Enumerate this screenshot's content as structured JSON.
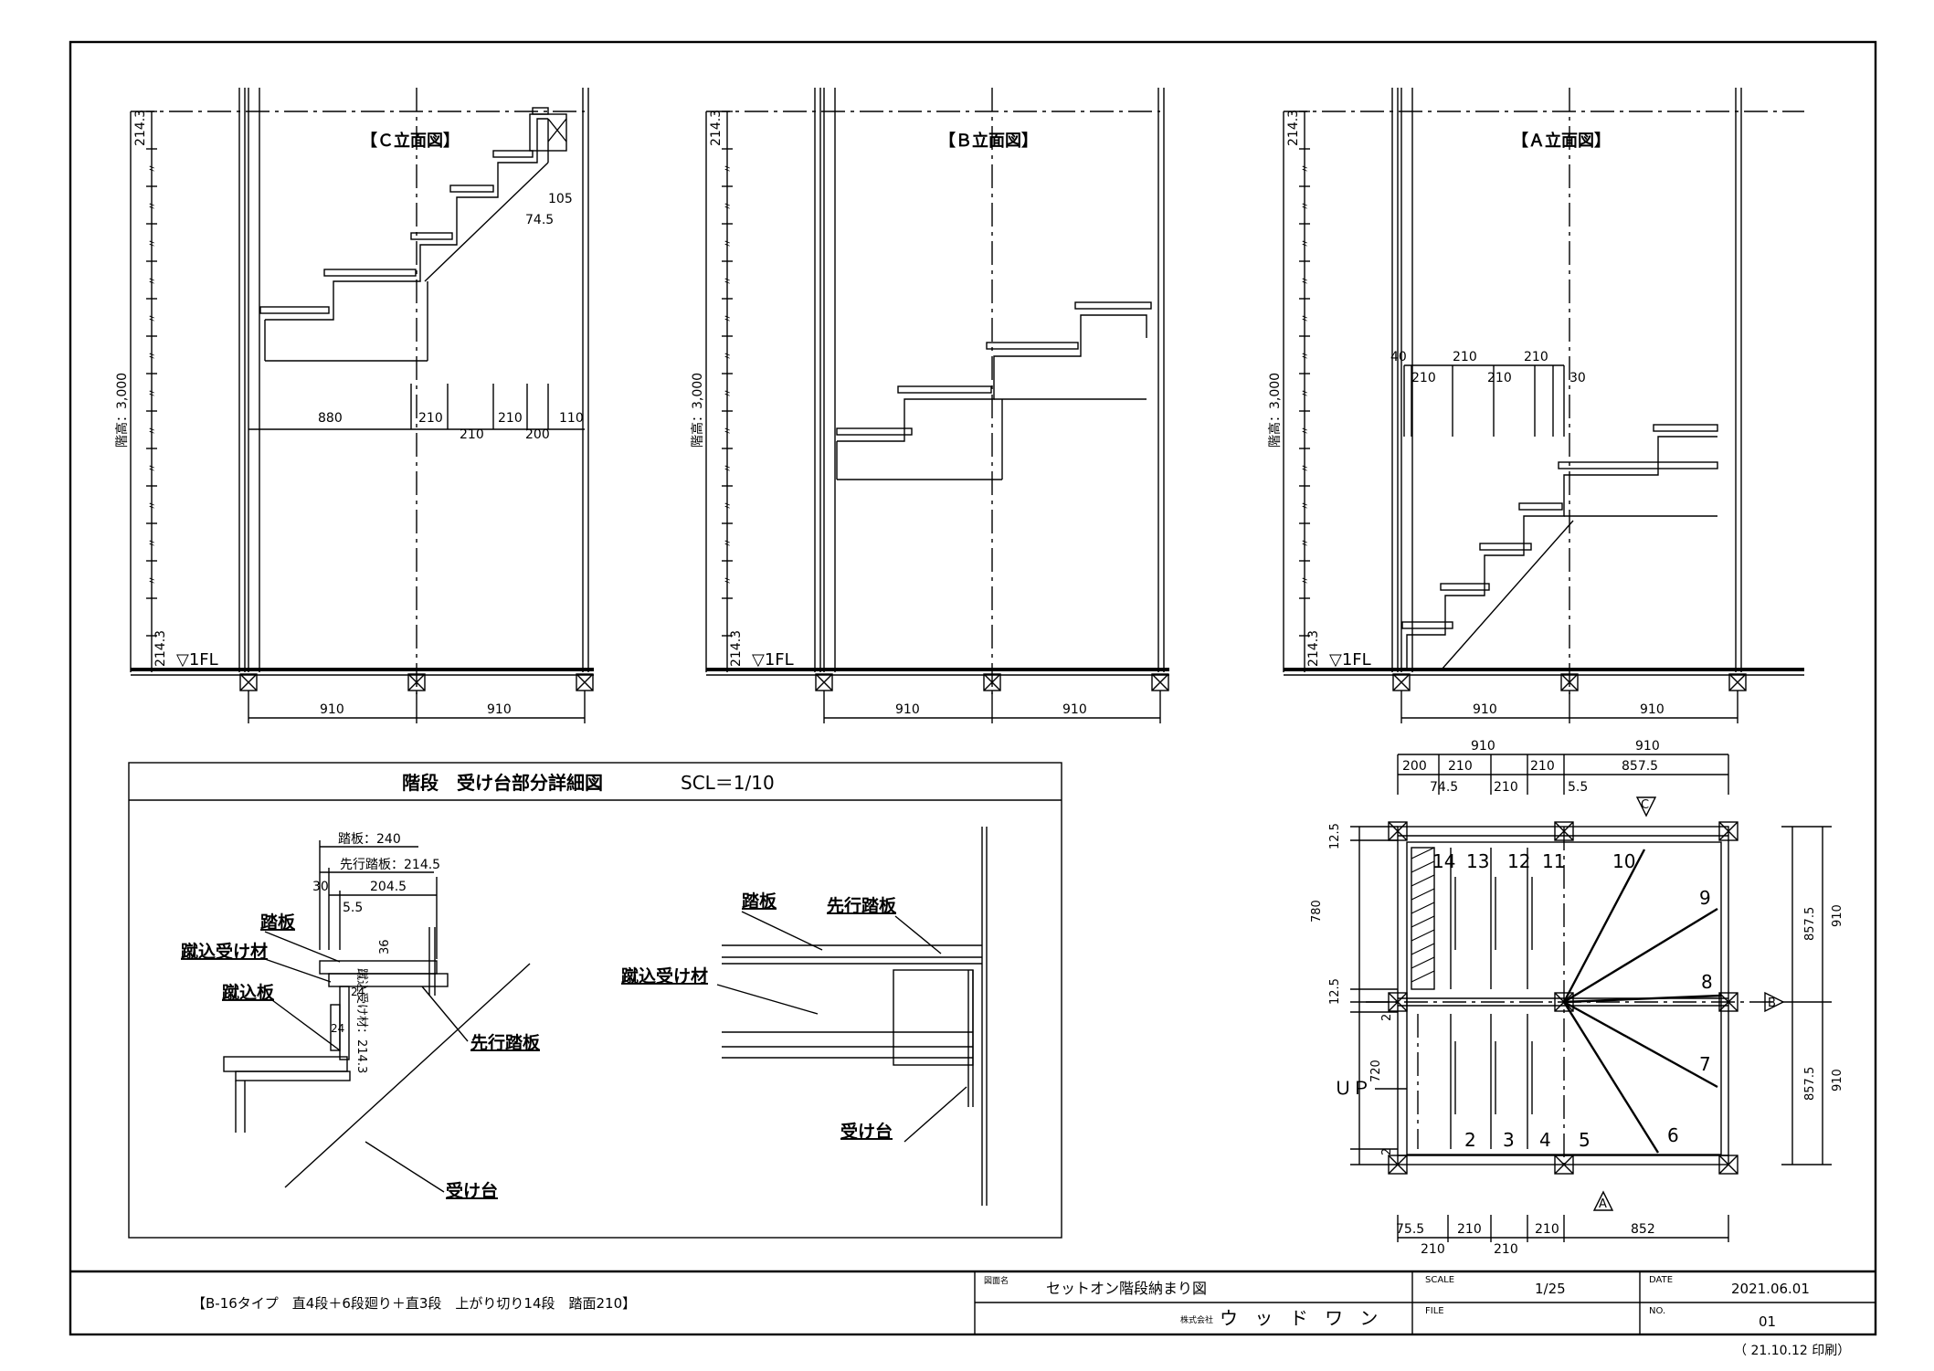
{
  "elevations": [
    {
      "title": "【Ｃ立面図】",
      "height_label": "階高：3,000",
      "fl_label": "▽1FL",
      "top_dim": "214.3",
      "bottom_dim": "214.3",
      "ditto": "〃",
      "dims": [
        "880",
        "210",
        "210",
        "210",
        "110",
        "200",
        "105",
        "74.5"
      ],
      "bottom_dims": [
        "910",
        "910"
      ]
    },
    {
      "title": "【Ｂ立面図】",
      "height_label": "階高：3,000",
      "fl_label": "▽1FL",
      "top_dim": "214.3",
      "bottom_dim": "214.3",
      "ditto": "〃",
      "dims": [],
      "bottom_dims": [
        "910",
        "910"
      ]
    },
    {
      "title": "【Ａ立面図】",
      "height_label": "階高：3,000",
      "fl_label": "▽1FL",
      "top_dim": "214.3",
      "bottom_dim": "214.3",
      "ditto": "〃",
      "dims": [
        "40",
        "210",
        "210",
        "210",
        "210",
        "30"
      ],
      "bottom_dims": [
        "910",
        "910"
      ]
    }
  ],
  "detail": {
    "title": "階段　受け台部分詳細図",
    "scale": "SCL＝1/10",
    "labels": {
      "fumiita": "踏板",
      "kerikomi_uke": "蹴込受け材",
      "kerikomi": "蹴込板",
      "senko": "先行踏板",
      "uketai": "受け台",
      "fumiita_dim": "踏板：240",
      "senko_dim": "先行踏板：214.5",
      "kerikomi_uke_dim": "蹴込受け材：214.3"
    },
    "dims": [
      "30",
      "204.5",
      "5.5",
      "36",
      "24",
      "24"
    ]
  },
  "plan": {
    "top_dims_row1": [
      "910",
      "910"
    ],
    "top_dims_row2": [
      "200",
      "210",
      "210",
      "857.5"
    ],
    "top_dims_row3": [
      "74.5",
      "210",
      "5.5"
    ],
    "bottom_dims_row1": [
      "75.5",
      "210",
      "210",
      "852"
    ],
    "bottom_dims_row2": [
      "210",
      "210"
    ],
    "left_dims": [
      "12.5",
      "780",
      "12.5",
      "2",
      "720",
      "2"
    ],
    "right_dims": [
      "857.5",
      "910",
      "857.5",
      "910"
    ],
    "steps": [
      "14",
      "13",
      "12",
      "11",
      "10",
      "9",
      "8",
      "7",
      "6",
      "5",
      "4",
      "3",
      "2"
    ],
    "up_label": "ＵＰ",
    "markers": [
      "C",
      "B",
      "A"
    ]
  },
  "title_block": {
    "description": "【B-16タイプ　直4段＋6段廻り＋直3段　上がり切り14段　踏面210】",
    "drawing_name_label": "図面名",
    "drawing_name": "セットオン階段納まり図",
    "company_prefix": "株式会社",
    "company": "ウ ッ ド ワ ン",
    "scale_label": "SCALE",
    "scale": "1/25",
    "date_label": "DATE",
    "date": "2021.06.01",
    "file_label": "FILE",
    "file": "",
    "no_label": "NO.",
    "no": "01",
    "print_note": "（ 21.10.12 印刷）"
  }
}
